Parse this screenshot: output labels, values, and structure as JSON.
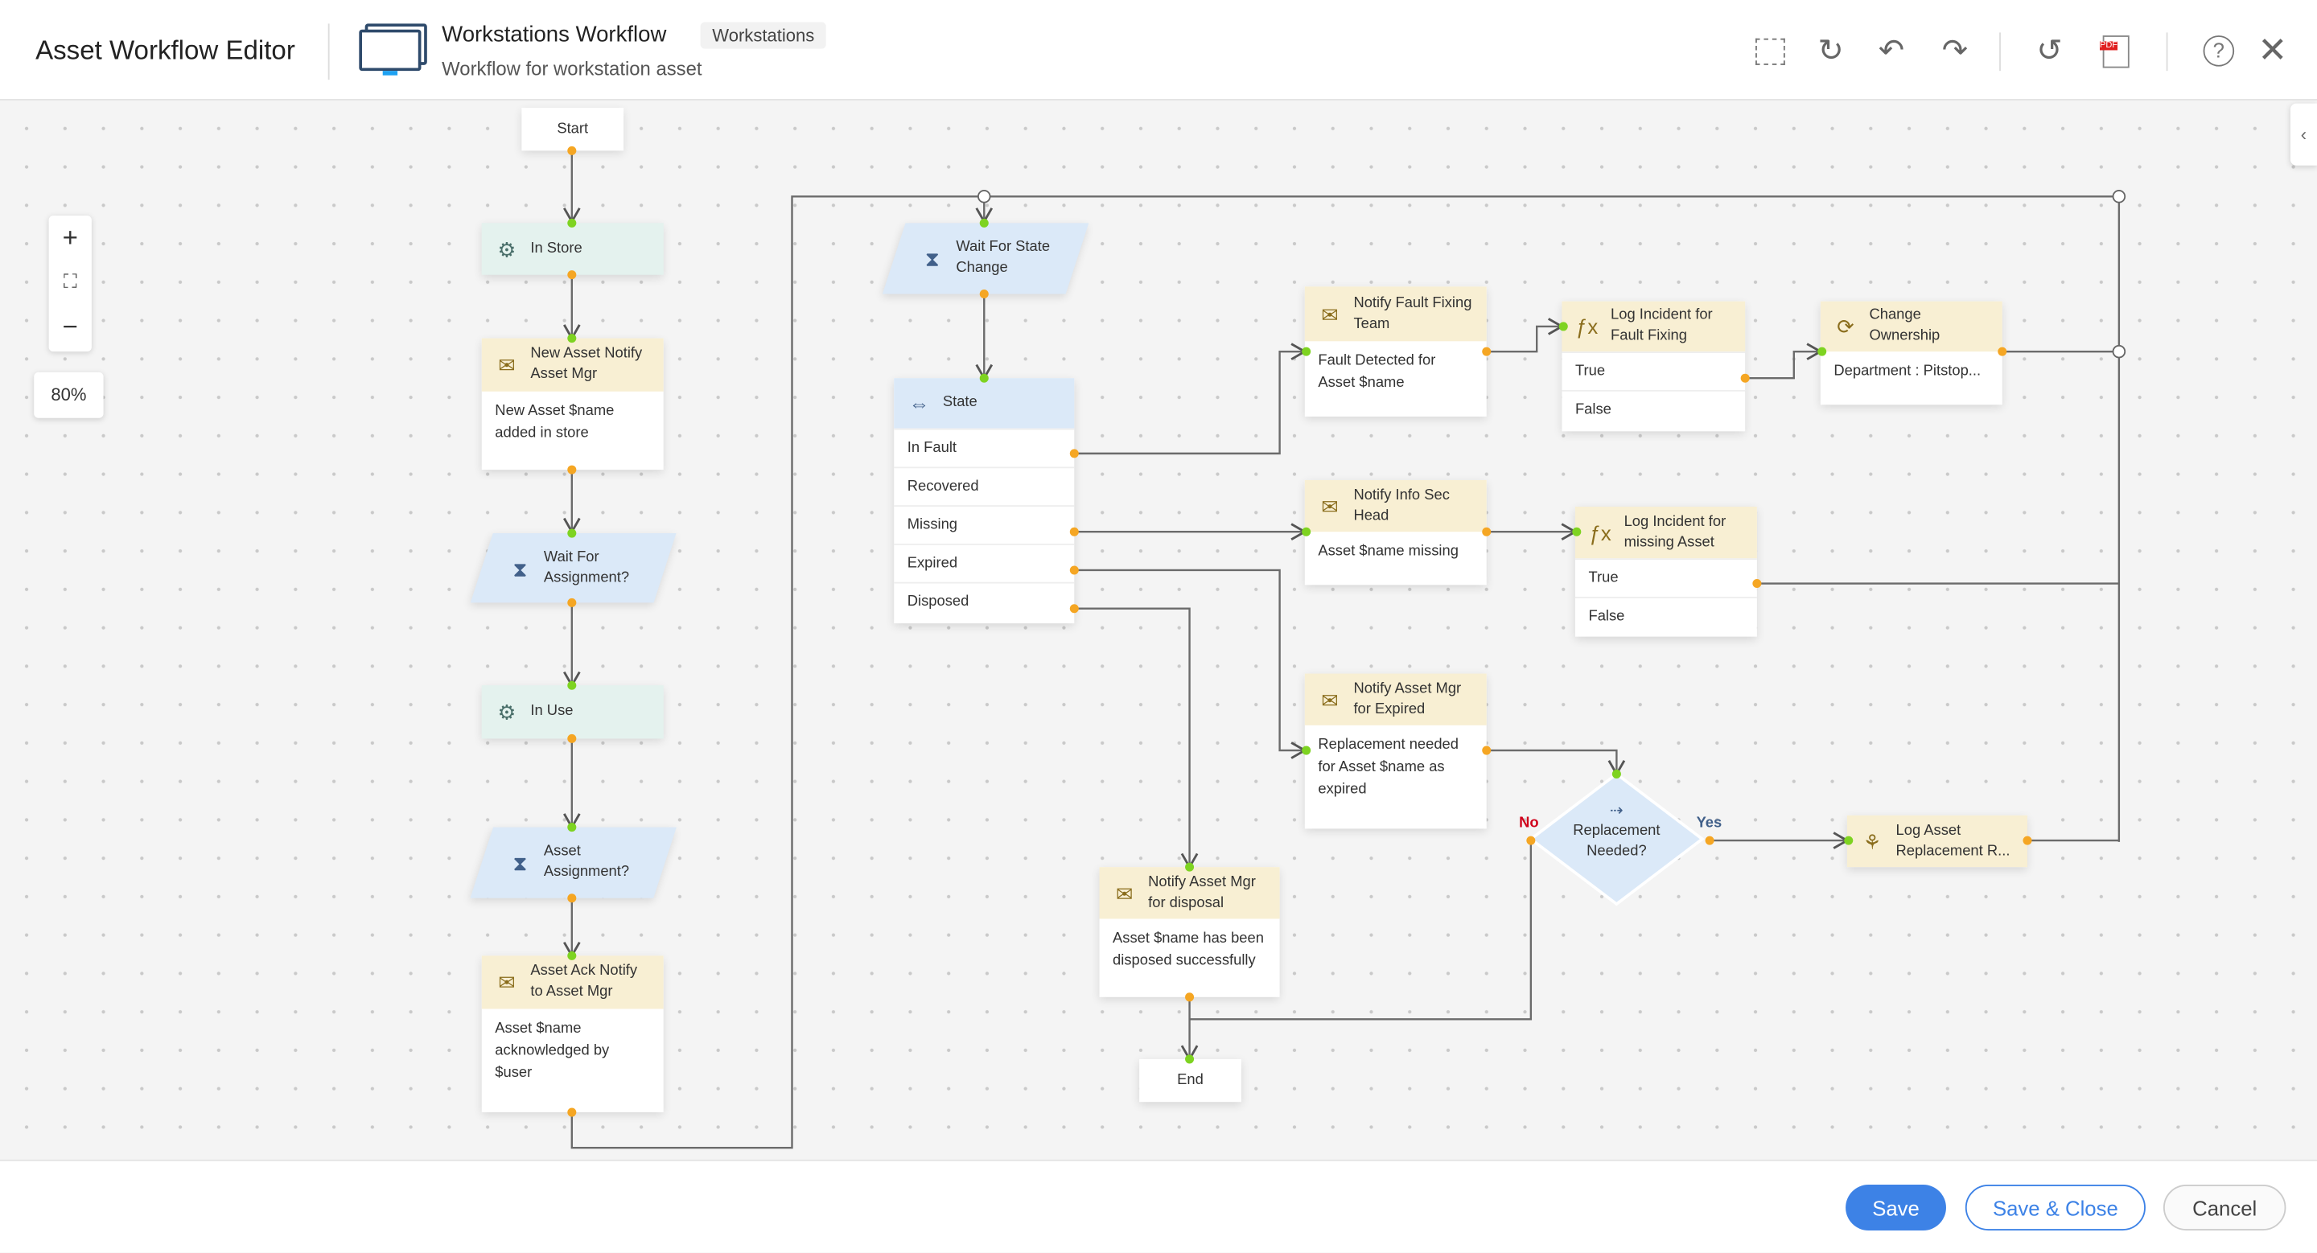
{
  "header": {
    "app_title": "Asset Workflow Editor",
    "workflow_title": "Workstations Workflow",
    "category_badge": "Workstations",
    "description": "Workflow for workstation asset",
    "toolbar": [
      "select-icon",
      "refresh-icon",
      "undo-icon",
      "redo-icon",
      "history-icon",
      "pdf-icon",
      "help-icon",
      "close-icon"
    ]
  },
  "zoom": {
    "level": "80%",
    "in": "+",
    "out": "−",
    "fit": "⛶"
  },
  "nodes": {
    "start": "Start",
    "end": "End",
    "in_store": "In Store",
    "new_asset": {
      "title": "New Asset Notify Asset Mgr",
      "body": "New  Asset $name added in store"
    },
    "wait_assign": "Wait For Assignment?",
    "in_use": "In Use",
    "asset_assign": "Asset Assignment?",
    "ack": {
      "title": "Asset Ack Notify to Asset Mgr",
      "body": "Asset $name acknowledged by $user"
    },
    "wait_state": "Wait For State Change",
    "state": {
      "title": "State",
      "rows": [
        "In Fault",
        "Recovered",
        "Missing",
        "Expired",
        "Disposed"
      ]
    },
    "notify_fault": {
      "title": "Notify Fault Fixing Team",
      "body": "Fault Detected for Asset $name"
    },
    "log_fault": {
      "title": "Log Incident for Fault Fixing",
      "rows": [
        "True",
        "False"
      ]
    },
    "change_owner": {
      "title": "Change Ownership",
      "body": "Department : Pitstop..."
    },
    "notify_infosec": {
      "title": "Notify Info Sec Head",
      "body": "Asset $name  missing"
    },
    "log_missing": {
      "title": "Log Incident for missing Asset",
      "rows": [
        "True",
        "False"
      ]
    },
    "notify_expired": {
      "title": "Notify Asset Mgr for Expired",
      "body": "Replacement needed for Asset $name as expired"
    },
    "decision": {
      "title": "Replacement Needed?",
      "yes": "Yes",
      "no": "No"
    },
    "log_replace": "Log Asset Replacement R...",
    "notify_disposal": {
      "title": "Notify Asset Mgr for disposal",
      "body": "Asset $name has been disposed successfully"
    }
  },
  "footer": {
    "save": "Save",
    "save_close": "Save & Close",
    "cancel": "Cancel"
  },
  "colors": {
    "primary": "#3d82e6",
    "task_header": "#f8efd3",
    "status_node": "#e4f2ee",
    "wait_node": "#dbe9f8",
    "input_port": "#7ed321",
    "output_port": "#f5a623",
    "no": "#d0021b"
  }
}
